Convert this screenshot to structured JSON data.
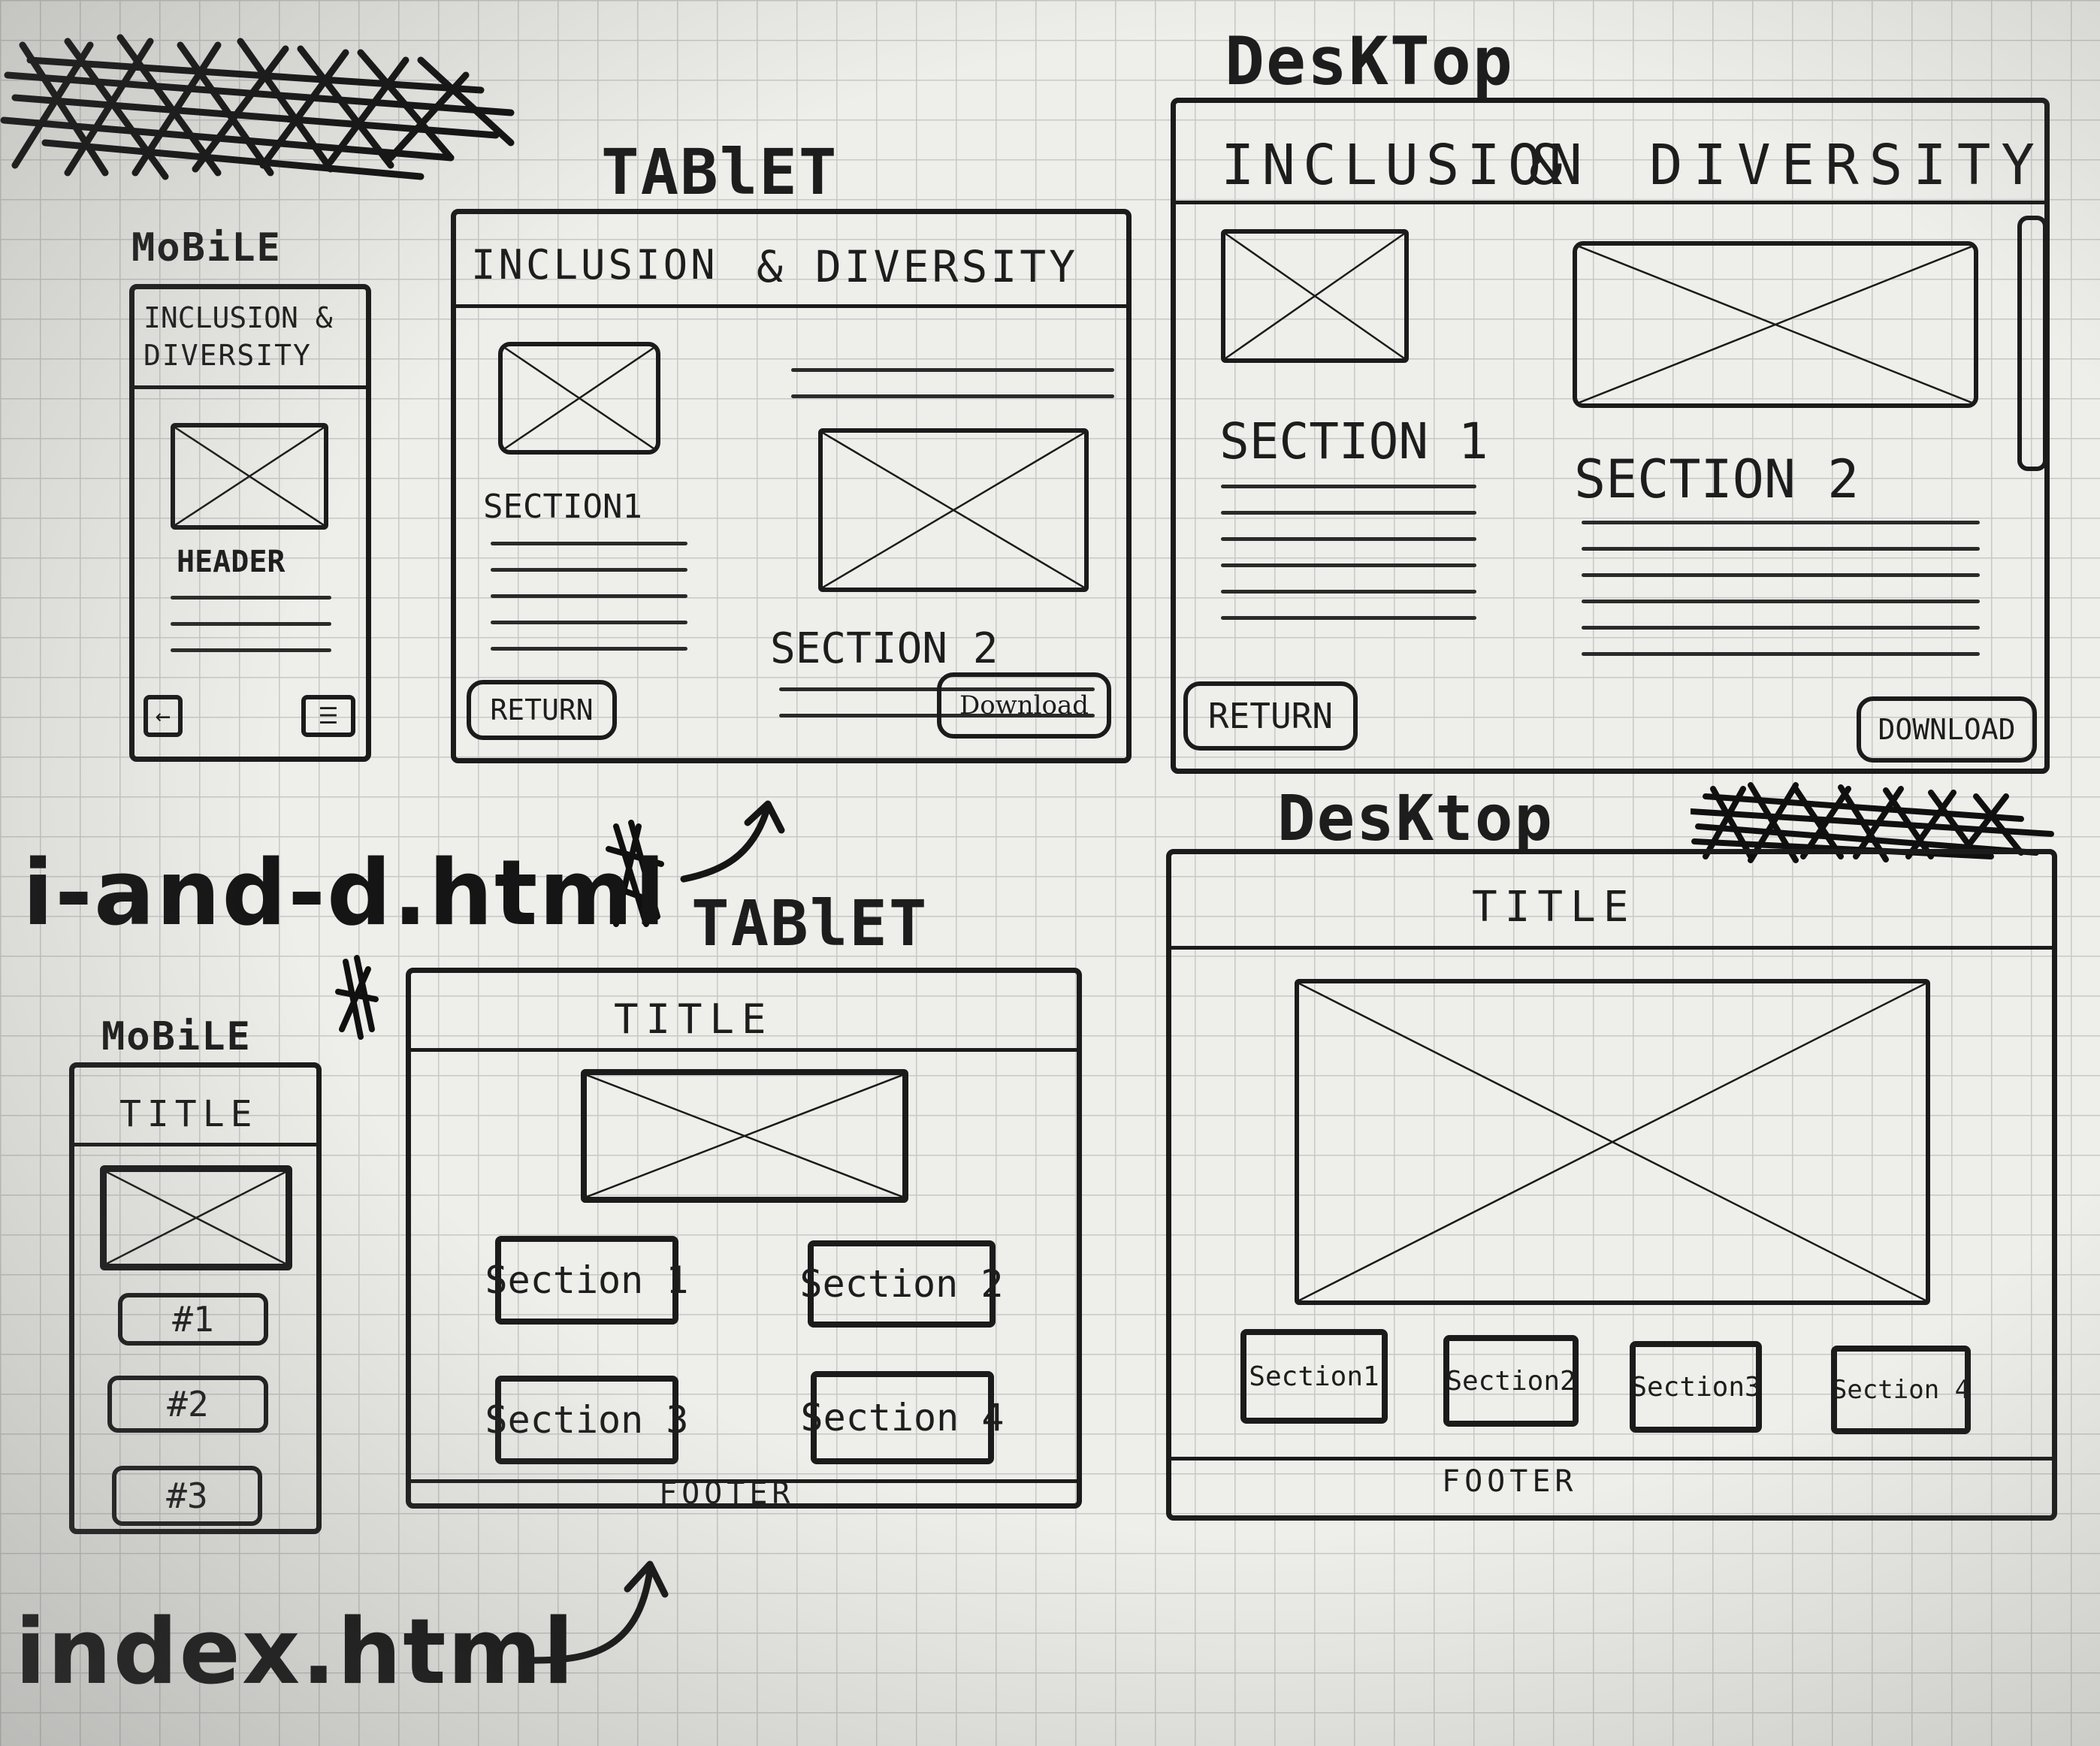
{
  "labels": {
    "mobile": "MoBiLE",
    "tablet": "TABlET",
    "desktop": "DesKTop",
    "mobile2": "MoBiLE",
    "tablet2": "TABlET",
    "desktop2": "DesKtop"
  },
  "files": {
    "i_and_d": "i-and-d.html",
    "index": "index.html"
  },
  "i_and_d": {
    "mobile_title_line1": "INCLUSION &",
    "mobile_title_line2": "DIVERSITY",
    "mobile_header": "HEADER",
    "tablet_title_left": "INCLUSION",
    "tablet_title_right": "& DIVERSITY",
    "desktop_title_left": "INCLUSION",
    "desktop_title_amp": "&",
    "desktop_title_right": "DIVERSITY",
    "section1": "SECTION 1",
    "section1_tablet": "SECTION1",
    "section2": "SECTION 2",
    "return_tablet": "RETURN",
    "return_desktop": "RETURN",
    "download_tablet": "Download",
    "download_desktop": "DOWNLOAD"
  },
  "index": {
    "title": "TITLE",
    "footer": "FOOTER",
    "mobile_items": [
      "#1",
      "#2",
      "#3"
    ],
    "sections": [
      "Section 1",
      "Section 2",
      "Section 3",
      "Section 4"
    ],
    "desktop_sections": [
      "Section1",
      "Section2",
      "Section3",
      "Section 4"
    ]
  }
}
